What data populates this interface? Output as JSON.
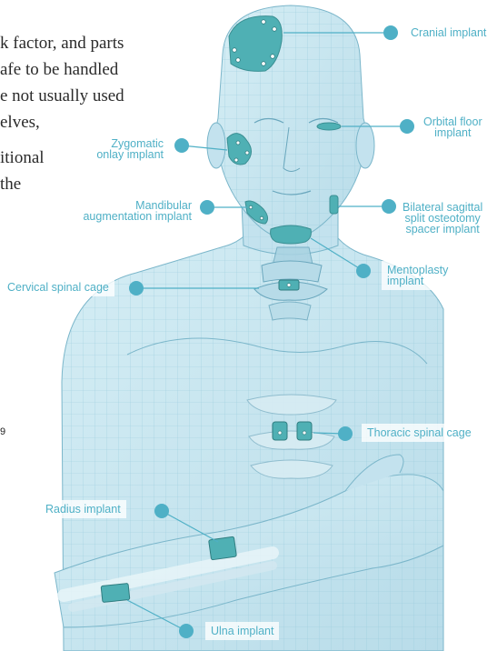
{
  "body_text": {
    "line1": "k factor, and parts",
    "line2": "afe to be handled",
    "line3": "e not usually used",
    "line4": "elves,",
    "line5": "itional",
    "line6": "the"
  },
  "page_number": "9",
  "labels": {
    "cranial": "Cranial implant",
    "orbital_1": "Orbital floor",
    "orbital_2": "implant",
    "zygomatic_1": "Zygomatic",
    "zygomatic_2": "onlay implant",
    "mandibular_1": "Mandibular",
    "mandibular_2": "augmentation implant",
    "bsso_1": "Bilateral sagittal",
    "bsso_2": "split osteotomy",
    "bsso_3": "spacer implant",
    "mentoplasty_1": "Mentoplasty",
    "mentoplasty_2": "implant",
    "cervical": "Cervical spinal cage",
    "thoracic": "Thoracic spinal cage",
    "radius": "Radius implant",
    "ulna": "Ulna implant"
  },
  "colors": {
    "skin": "#c9e6f0",
    "wire": "#8fc6d8",
    "implant": "#4fb0b4",
    "accent": "#4fb0c6"
  }
}
